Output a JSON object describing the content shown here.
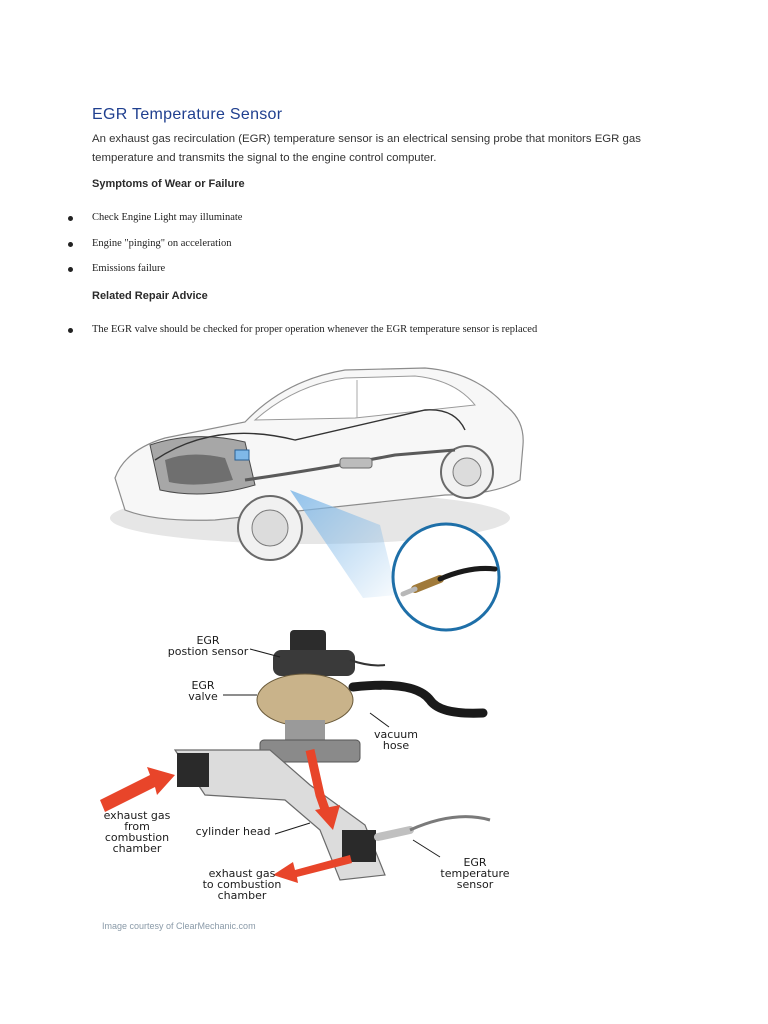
{
  "article": {
    "title": "EGR Temperature Sensor",
    "intro": "An exhaust gas recirculation (EGR) temperature sensor is an electrical sensing probe that monitors EGR gas temperature and transmits the signal to the engine control computer.",
    "symptoms_heading": "Symptoms of Wear or Failure",
    "symptoms": [
      "Check Engine Light may illuminate",
      "Engine \"pinging\" on acceleration",
      "Emissions failure"
    ],
    "advice_heading": "Related Repair Advice",
    "advice": [
      "The EGR valve should be checked for proper operation whenever the EGR temperature sensor is replaced"
    ]
  },
  "diagram": {
    "labels": {
      "egr_position_sensor_1": "EGR",
      "egr_position_sensor_2": "postion sensor",
      "egr_valve_1": "EGR",
      "egr_valve_2": "valve",
      "vacuum_hose_1": "vacuum",
      "vacuum_hose_2": "hose",
      "exhaust_in_1": "exhaust gas",
      "exhaust_in_2": "from",
      "exhaust_in_3": "combustion",
      "exhaust_in_4": "chamber",
      "cylinder_head": "cylinder head",
      "exhaust_out_1": "exhaust gas",
      "exhaust_out_2": "to combustion",
      "exhaust_out_3": "chamber",
      "egr_temp_1": "EGR",
      "egr_temp_2": "temperature",
      "egr_temp_3": "sensor"
    },
    "credit": "Image courtesy of ClearMechanic.com",
    "colors": {
      "arrow": "#e8452a",
      "callout_ring": "#1e6fa8",
      "highlight": "#7fb8e8"
    }
  }
}
